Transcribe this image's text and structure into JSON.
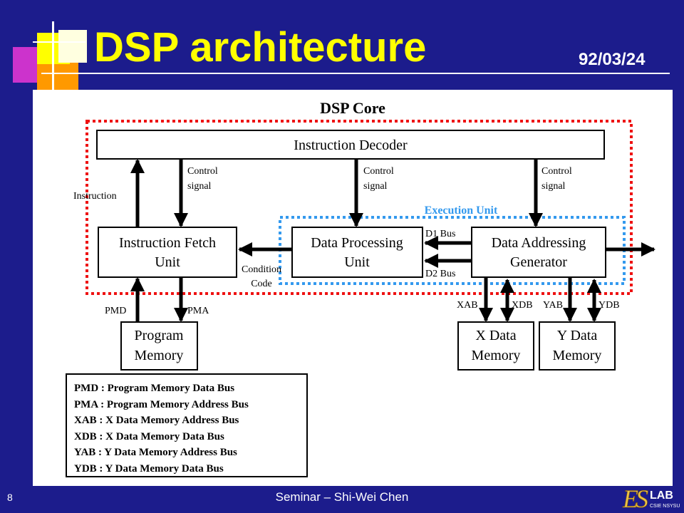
{
  "slide": {
    "title": "DSP architecture",
    "date": "92/03/24",
    "page_number": "8",
    "footer": "Seminar – Shi-Wei Chen",
    "logo_text": "ESLAB",
    "logo_subtext": "CSIE NSYSU"
  },
  "diagram": {
    "core_label": "DSP Core",
    "execution_unit_label": "Execution Unit",
    "blocks": {
      "decoder": "Instruction Decoder",
      "fetch": [
        "Instruction Fetch",
        "Unit"
      ],
      "processing": [
        "Data Processing",
        "Unit"
      ],
      "addressing": [
        "Data Addressing",
        "Generator"
      ],
      "program_memory": [
        "Program",
        "Memory"
      ],
      "x_memory": [
        "X Data",
        "Memory"
      ],
      "y_memory": [
        "Y Data",
        "Memory"
      ]
    },
    "labels": {
      "instruction": "Instruction",
      "control_signal": [
        "Control",
        "signal"
      ],
      "condition_code": [
        "Condition",
        "Code"
      ],
      "d1_bus": "D1 Bus",
      "d2_bus": "D2 Bus",
      "pmd": "PMD",
      "pma": "PMA",
      "xab": "XAB",
      "xdb": "XDB",
      "yab": "YAB",
      "ydb": "YDB"
    },
    "legend": [
      "PMD : Program Memory Data Bus",
      "PMA : Program Memory Address Bus",
      "XAB : X Data Memory Address Bus",
      "XDB : X Data Memory Data Bus",
      "YAB : Y Data Memory Address Bus",
      "YDB : Y Data Memory Data Bus"
    ]
  },
  "colors": {
    "background": "#1c1c8c",
    "title": "#ffff00",
    "core_border": "#ee1111",
    "execution_border": "#3399ee",
    "execution_text": "#3399ee"
  }
}
